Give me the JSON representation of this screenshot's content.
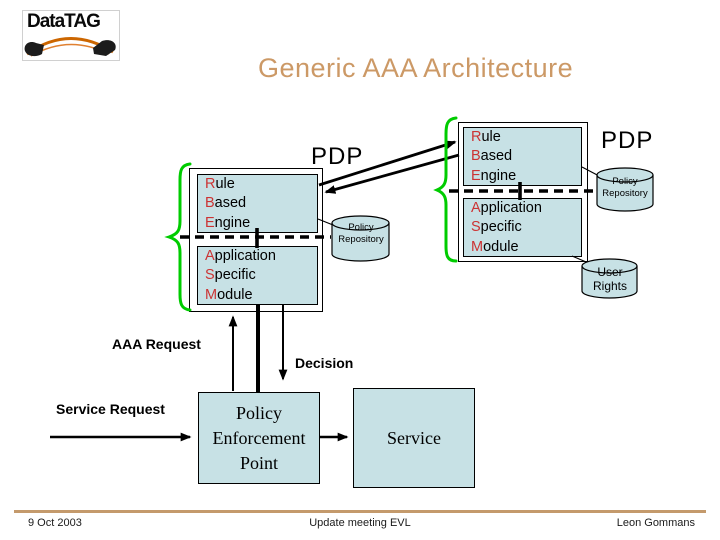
{
  "slide": {
    "title": "Generic AAA Architecture",
    "footer": {
      "date": "9 Oct 2003",
      "center": "Update meeting EVL",
      "author": "Leon Gommans"
    }
  },
  "logo": {
    "text": "DataTAG"
  },
  "diagram": {
    "pdp_left_label": "PDP",
    "pdp_right_label": "PDP",
    "rbe_lines": [
      {
        "initial": "R",
        "rest": "ule"
      },
      {
        "initial": "B",
        "rest": "ased"
      },
      {
        "initial": "E",
        "rest": "ngine"
      }
    ],
    "asm_lines": [
      {
        "initial": "A",
        "rest": "pplication"
      },
      {
        "initial": "S",
        "rest": "pecific"
      },
      {
        "initial": "M",
        "rest": "odule"
      }
    ],
    "policy_repository": {
      "line1": "Policy",
      "line2": "Repository"
    },
    "user_rights": {
      "line1": "User",
      "line2": "Rights"
    },
    "pep_lines": [
      "Policy",
      "Enforcement",
      "Point"
    ],
    "service_label": "Service",
    "aaa_request_label": "AAA Request",
    "decision_label": "Decision",
    "service_request_label": "Service Request"
  },
  "colors": {
    "title_tan": "#CC9966",
    "footer_rule_tan": "#C49A6C",
    "box_fill_blue": "#C7E1E5",
    "module_initial_red": "#CC3333",
    "brace_green": "#00CC00",
    "line_black": "#000000"
  }
}
